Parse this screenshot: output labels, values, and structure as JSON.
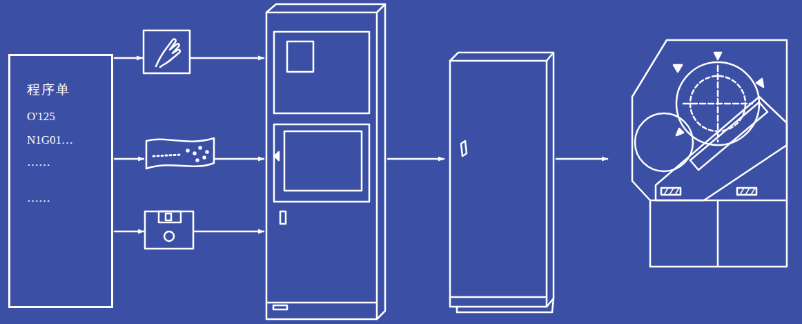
{
  "diagram": {
    "nodes": [
      {
        "text": [
          "程序单",
          "O'125",
          "N1G01…",
          "……",
          "……"
        ]
      }
    ]
  }
}
